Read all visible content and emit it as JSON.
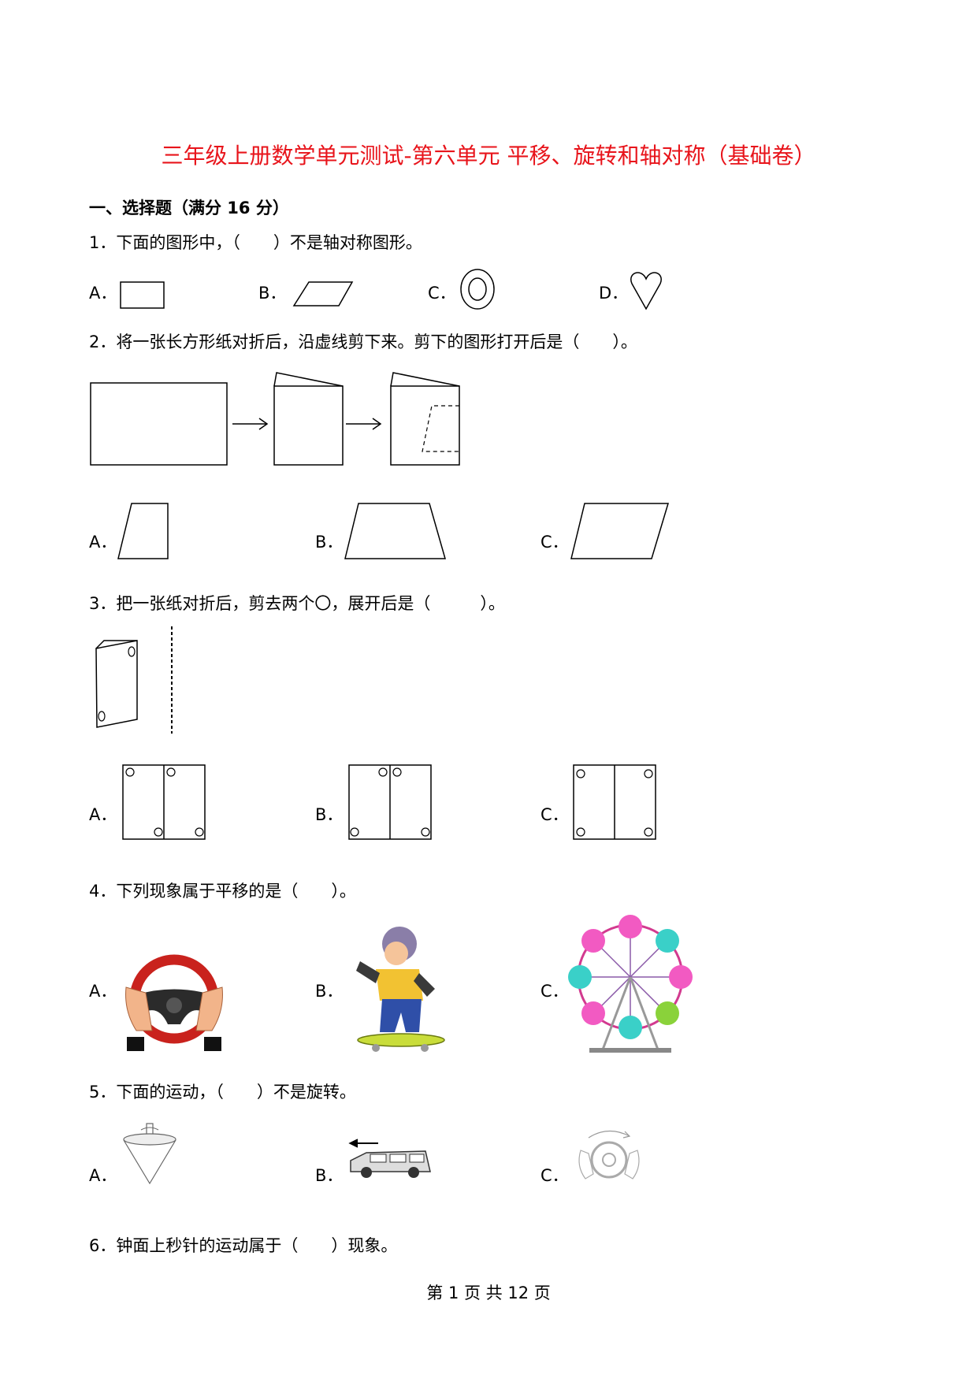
{
  "title": "三年级上册数学单元测试-第六单元 平移、旋转和轴对称（基础卷）",
  "section": "一、选择题（满分 16 分）",
  "questions": [
    {
      "text": "1．下面的图形中，（　　）不是轴对称图形。",
      "options": [
        "A．",
        "B．",
        "C．",
        "D．"
      ]
    },
    {
      "text": "2．将一张长方形纸对折后，沿虚线剪下来。剪下的图形打开后是（　　）。",
      "options": [
        "A．",
        "B．",
        "C．"
      ]
    },
    {
      "text": "3．把一张纸对折后，剪去两个〇，展开后是（　　　）。",
      "options": [
        "A．",
        "B．",
        "C．"
      ]
    },
    {
      "text": "4．下列现象属于平移的是（　　）。",
      "options": [
        "A．",
        "B．",
        "C．"
      ]
    },
    {
      "text": "5．下面的运动，（　　）不是旋转。",
      "options": [
        "A．",
        "B．",
        "C．"
      ]
    },
    {
      "text": "6．钟面上秒针的运动属于（　　）现象。",
      "options": []
    }
  ],
  "footer": "第 1 页 共 12 页",
  "colors": {
    "title": "#e8141b"
  }
}
